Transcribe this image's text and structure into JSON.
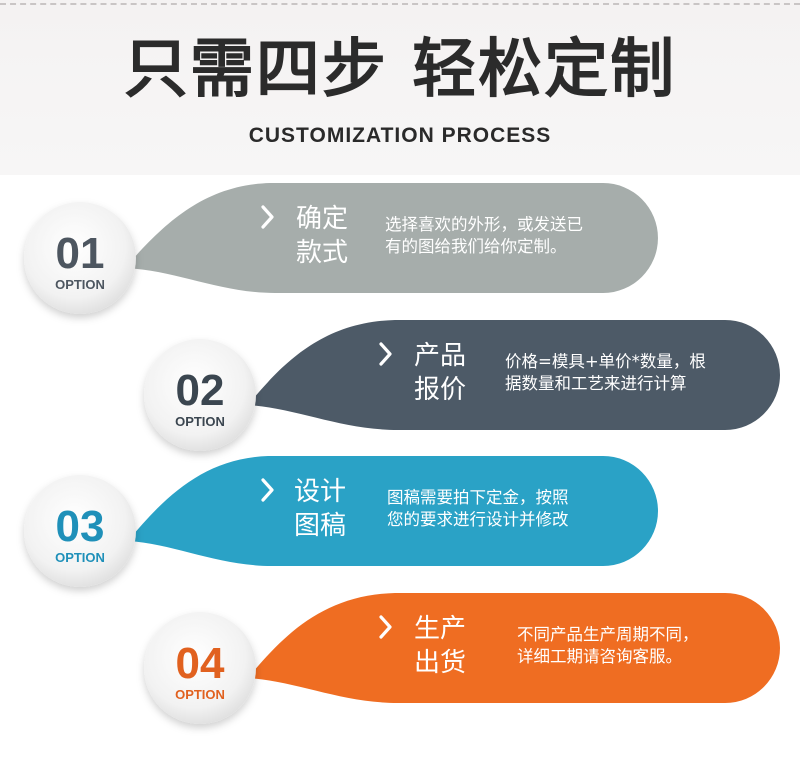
{
  "header": {
    "title": "只需四步 轻松定制",
    "subtitle": "CUSTOMIZATION PROCESS"
  },
  "steps": [
    {
      "number": "01",
      "option": "OPTION",
      "title_line1": "确定",
      "title_line2": "款式",
      "desc_line1": "选择喜欢的外形，或发送已",
      "desc_line2": "有的图给我们给你定制。",
      "color": "#a6adab",
      "num_color": "#4d5660"
    },
    {
      "number": "02",
      "option": "OPTION",
      "title_line1": "产品",
      "title_line2": "报价",
      "desc_line1": "价格=模具+单价*数量，根",
      "desc_line2": "据数量和工艺来进行计算",
      "color": "#4d5a67",
      "num_color": "#3b4650"
    },
    {
      "number": "03",
      "option": "OPTION",
      "title_line1": "设计",
      "title_line2": "图稿",
      "desc_line1": "图稿需要拍下定金，按照",
      "desc_line2": "您的要求进行设计并修改",
      "color": "#2aa2c6",
      "num_color": "#1f90b9"
    },
    {
      "number": "04",
      "option": "OPTION",
      "title_line1": "生产",
      "title_line2": "出货",
      "desc_line1": "不同产品生产周期不同，",
      "desc_line2": "详细工期请咨询客服。",
      "color": "#ef6d22",
      "num_color": "#e1611f"
    }
  ]
}
